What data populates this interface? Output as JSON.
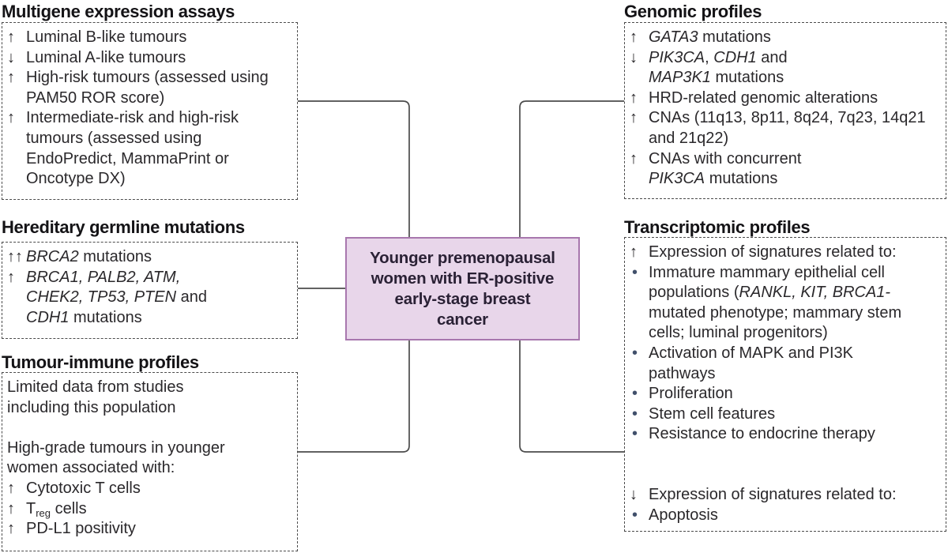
{
  "colors": {
    "background": "#ffffff",
    "line": "#4b4b4b",
    "text": "#2a282b",
    "heading": "#141316",
    "bullet": "#41506b",
    "center_fill": "#e8d6ea",
    "center_border": "#a877ae",
    "center_text": "#2a2135"
  },
  "figure": {
    "center": {
      "lines": [
        "Younger premenopausal",
        "women with ER-positive",
        "early-stage breast",
        "cancer"
      ]
    },
    "panels": [
      {
        "id": "multigene",
        "title": "Multigene expression assays",
        "lines": [
          {
            "pre": "↑",
            "seg": [
              {
                "t": "Luminal B-like tumours"
              }
            ]
          },
          {
            "pre": "↓",
            "seg": [
              {
                "t": "Luminal A-like tumours"
              }
            ]
          },
          {
            "pre": "↑",
            "seg": [
              {
                "t": "High-risk tumours (assessed using"
              }
            ]
          },
          {
            "ind": 1,
            "seg": [
              {
                "t": "PAM50 ROR score)"
              }
            ]
          },
          {
            "pre": "↑",
            "seg": [
              {
                "t": "Intermediate-risk and high-risk"
              }
            ]
          },
          {
            "ind": 1,
            "seg": [
              {
                "t": "tumours (assessed using"
              }
            ]
          },
          {
            "ind": 1,
            "seg": [
              {
                "t": "EndoPredict, MammaPrint or"
              }
            ]
          },
          {
            "ind": 1,
            "seg": [
              {
                "t": "Oncotype DX)"
              }
            ]
          }
        ]
      },
      {
        "id": "hereditary",
        "title": "Hereditary germline mutations",
        "lines": [
          {
            "pre": "↑↑",
            "seg": [
              {
                "t": "BRCA2",
                "i": 1
              },
              {
                "t": " mutations"
              }
            ]
          },
          {
            "pre": "↑",
            "seg": [
              {
                "t": "BRCA1, PALB2, ATM,",
                "i": 1
              }
            ]
          },
          {
            "ind": 1,
            "seg": [
              {
                "t": "CHEK2, TP53, PTEN",
                "i": 1
              },
              {
                "t": " and"
              }
            ]
          },
          {
            "ind": 1,
            "seg": [
              {
                "t": "CDH1",
                "i": 1
              },
              {
                "t": " mutations"
              }
            ]
          }
        ]
      },
      {
        "id": "immune",
        "title": "Tumour-immune profiles",
        "lines": [
          {
            "seg": [
              {
                "t": "Limited data from studies"
              }
            ]
          },
          {
            "seg": [
              {
                "t": "including this population"
              }
            ]
          },
          {
            "seg": []
          },
          {
            "seg": [
              {
                "t": "High-grade tumours in younger"
              }
            ]
          },
          {
            "seg": [
              {
                "t": "women associated with:"
              }
            ]
          },
          {
            "pre": "↑",
            "seg": [
              {
                "t": "Cytotoxic T cells"
              }
            ]
          },
          {
            "pre": "↑",
            "seg": [
              {
                "t": "T"
              },
              {
                "t": "reg",
                "sub": 1
              },
              {
                "t": " cells"
              }
            ]
          },
          {
            "pre": "↑",
            "seg": [
              {
                "t": "PD-L1 positivity"
              }
            ]
          }
        ]
      },
      {
        "id": "genomic",
        "title": "Genomic profiles",
        "lines": [
          {
            "pre": "↑",
            "seg": [
              {
                "t": "GATA3",
                "i": 1
              },
              {
                "t": " mutations"
              }
            ]
          },
          {
            "pre": "↓",
            "seg": [
              {
                "t": "PIK3CA",
                "i": 1
              },
              {
                "t": ", "
              },
              {
                "t": "CDH1",
                "i": 1
              },
              {
                "t": " and"
              }
            ]
          },
          {
            "ind": 1,
            "seg": [
              {
                "t": "MAP3K1",
                "i": 1
              },
              {
                "t": " mutations"
              }
            ]
          },
          {
            "pre": "↑",
            "seg": [
              {
                "t": "HRD-related genomic alterations"
              }
            ]
          },
          {
            "pre": "↑",
            "seg": [
              {
                "t": "CNAs (11q13, 8p11, 8q24, 7q23, 14q21"
              }
            ]
          },
          {
            "ind": 1,
            "seg": [
              {
                "t": "and 21q22)"
              }
            ]
          },
          {
            "pre": "↑",
            "seg": [
              {
                "t": "CNAs with concurrent"
              }
            ]
          },
          {
            "ind": 1,
            "seg": [
              {
                "t": "PIK3CA",
                "i": 1
              },
              {
                "t": " mutations"
              }
            ]
          }
        ]
      },
      {
        "id": "transcriptomic",
        "title": "Transcriptomic profiles",
        "lines": [
          {
            "pre": "↑",
            "seg": [
              {
                "t": "Expression of signatures related to:"
              }
            ]
          },
          {
            "pre": "•",
            "seg": [
              {
                "t": "Immature mammary epithelial cell"
              }
            ]
          },
          {
            "ind": 1,
            "seg": [
              {
                "t": "populations ("
              },
              {
                "t": "RANKL, KIT, BRCA1-",
                "i": 1
              }
            ]
          },
          {
            "ind": 1,
            "seg": [
              {
                "t": "mutated phenotype; mammary stem"
              }
            ]
          },
          {
            "ind": 1,
            "seg": [
              {
                "t": "cells; luminal progenitors)"
              }
            ]
          },
          {
            "pre": "•",
            "seg": [
              {
                "t": "Activation of MAPK and PI3K"
              }
            ]
          },
          {
            "ind": 1,
            "seg": [
              {
                "t": "pathways"
              }
            ]
          },
          {
            "pre": "•",
            "seg": [
              {
                "t": "Proliferation"
              }
            ]
          },
          {
            "pre": "•",
            "seg": [
              {
                "t": "Stem cell features"
              }
            ]
          },
          {
            "pre": "•",
            "seg": [
              {
                "t": "Resistance to endocrine therapy"
              }
            ]
          },
          {
            "seg": []
          },
          {
            "seg": []
          },
          {
            "pre": "↓",
            "seg": [
              {
                "t": "Expression of signatures related to:"
              }
            ]
          },
          {
            "pre": "•",
            "seg": [
              {
                "t": "Apoptosis"
              }
            ]
          }
        ]
      }
    ]
  }
}
